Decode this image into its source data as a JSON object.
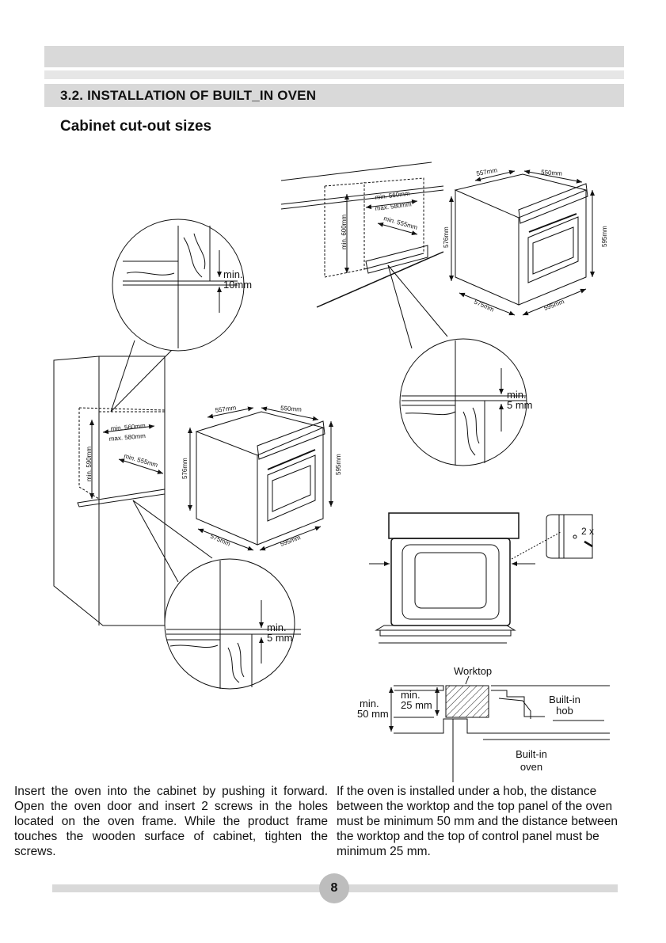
{
  "section": {
    "title": "3.2. INSTALLATION OF BUILT_IN OVEN",
    "subtitle": "Cabinet cut-out sizes"
  },
  "dims": {
    "d557": "557mm",
    "d550": "550mm",
    "d576": "576mm",
    "d595": "595mm",
    "d575": "575mm",
    "d595b": "595mm",
    "min560": "min. 560mm",
    "max580": "max. 580mm",
    "min555": "min. 555mm",
    "min600": "min. 600mm",
    "min590": "min. 590mm"
  },
  "callouts": {
    "min": "min.",
    "mm10": "10mm",
    "mm5": "5 mm",
    "screws": "2 x"
  },
  "hob": {
    "worktop": "Worktop",
    "min": "min.",
    "mm50": "50 mm",
    "mm25": "25 mm",
    "hob1": "Built-in",
    "hob2": "hob",
    "oven1": "Built-in",
    "oven2": "oven"
  },
  "text": {
    "left": "Insert the oven into the cabinet by pushing it forward. Open the oven door and insert 2 screws in the holes located on the oven frame. While the product frame touches the wooden surface of cabinet, tighten the screws.",
    "right": "If the oven is installed under a hob, the distance between the worktop and the top panel of the oven must be minimum 50 mm and the distance between the worktop and the top of control panel must be minimum 25 mm."
  },
  "page": {
    "number": "8"
  }
}
